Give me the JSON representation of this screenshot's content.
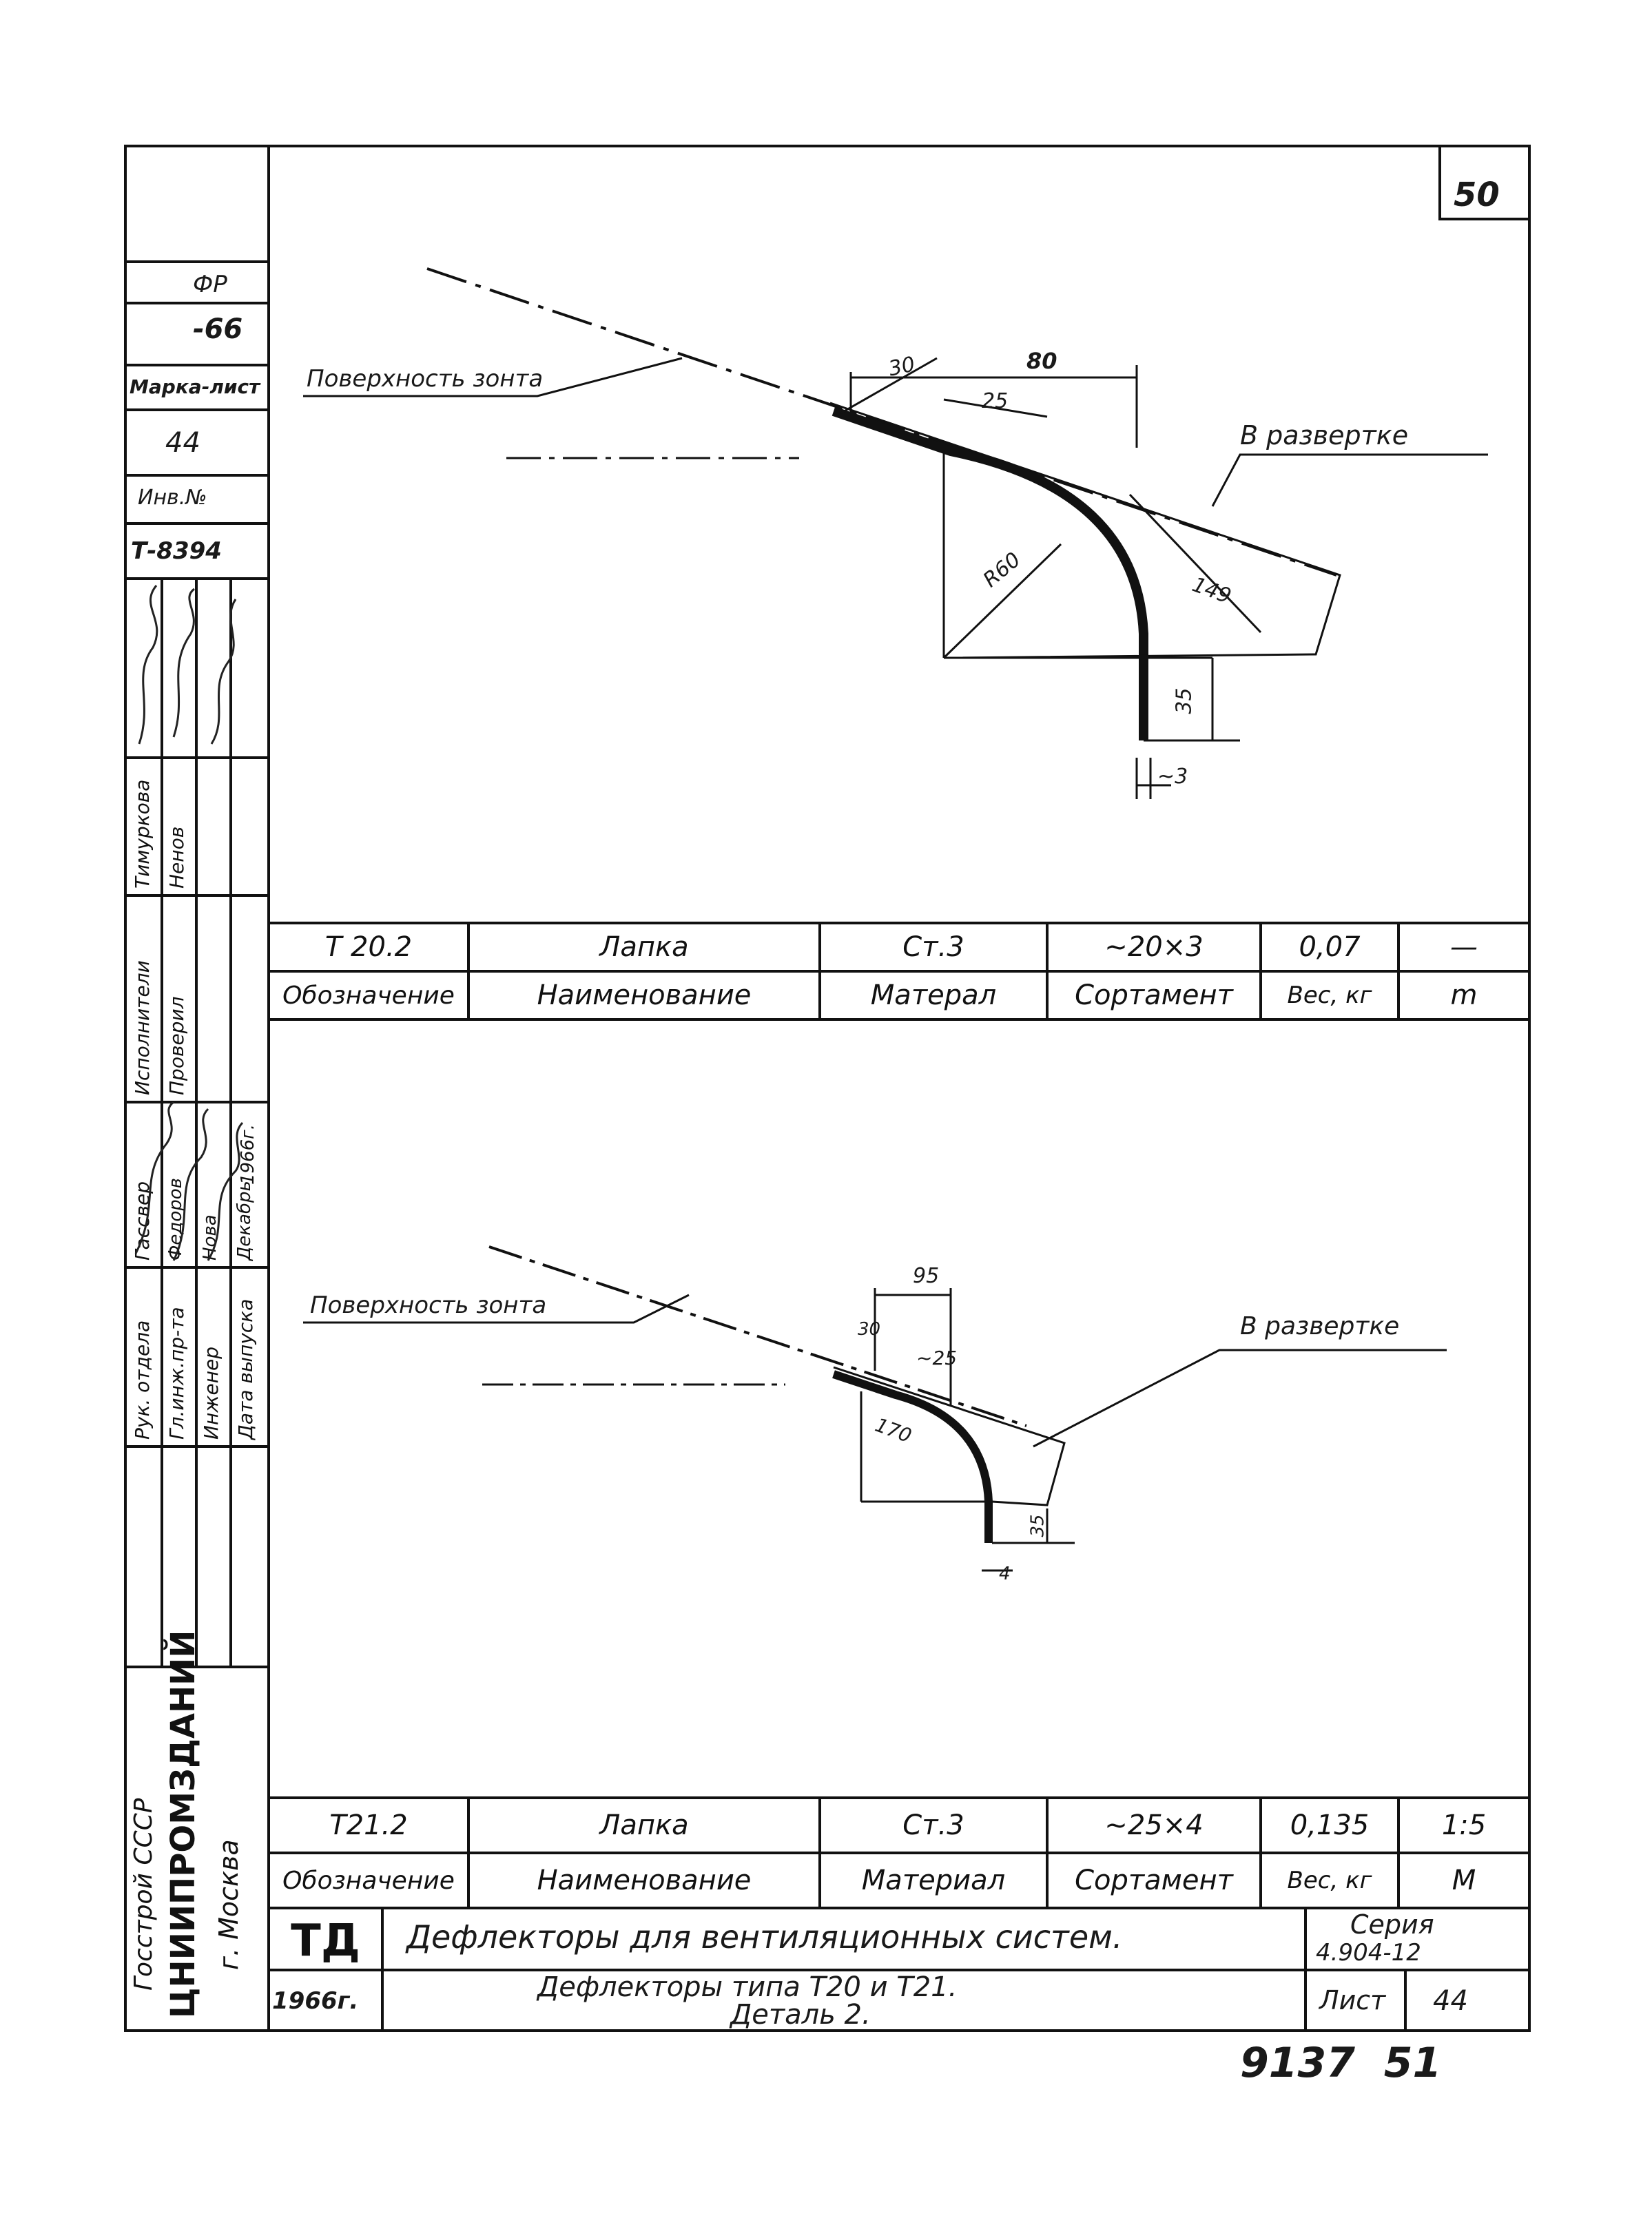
{
  "sheet": {
    "corner_number": "50",
    "footer_number": "9137  51"
  },
  "drawing_top": {
    "surface_label": "Поверхность зонта",
    "unfold_label": "В развертке",
    "dims": {
      "d30": "30",
      "d80": "80",
      "d25": "25",
      "r60": "R60",
      "d149": "149",
      "d35": "35",
      "d3": "~3"
    }
  },
  "drawing_bottom": {
    "surface_label": "Поверхность зонта",
    "unfold_label": "В развертке",
    "dims": {
      "d95": "95",
      "d30": "30",
      "d25": "~25",
      "d170": "170",
      "d35": "35",
      "d4": "4"
    }
  },
  "spec_top": {
    "row": [
      "Т 20.2",
      "Лапка",
      "Ст.3",
      "~20×3",
      "0,07",
      "—"
    ],
    "header": [
      "Обозначение",
      "Наименование",
      "Матерал",
      "Сортамент",
      "Вес, кг",
      "m"
    ]
  },
  "spec_bottom": {
    "row": [
      "Т21.2",
      "Лапка",
      "Ст.3",
      "~25×4",
      "0,135",
      "1:5"
    ],
    "header": [
      "Обозначение",
      "Наименование",
      "Материал",
      "Сортамент",
      "Вес, кг",
      "М"
    ]
  },
  "title_block": {
    "org_code": "ТД",
    "title": "Дефлекторы для вентиляционных систем.",
    "series_label": "Серия",
    "series_value": "4.904-12",
    "year": "1966г.",
    "subtitle_1": "Дефлекторы типа Т20 и Т21.",
    "subtitle_2": "Деталь 2.",
    "sheet_label": "Лист",
    "sheet_value": "44"
  },
  "side_stamp": {
    "code_1": "ФР",
    "code_2": "-66",
    "marka_label": "Марка-лист",
    "marka_value": "44",
    "inv_label": "Инв.№",
    "inv_value": "Т-8394",
    "roles": [
      "Рук. отдела",
      "Гл.инж.пр-та",
      "Инженер",
      "Дата выпуска"
    ],
    "names": [
      "Гассвер",
      "Федоров",
      "Нова",
      "Декабрь"
    ],
    "issue_year": "1966г.",
    "executor_label": "Исполнители",
    "checked_label": "Проверил",
    "names_2": [
      "Тимуркова",
      "Ненов"
    ],
    "org_1": "Госстрой СССР",
    "org_2": "ЦНИИПРОМЗДАНИЙ",
    "city": "г. Москва"
  }
}
